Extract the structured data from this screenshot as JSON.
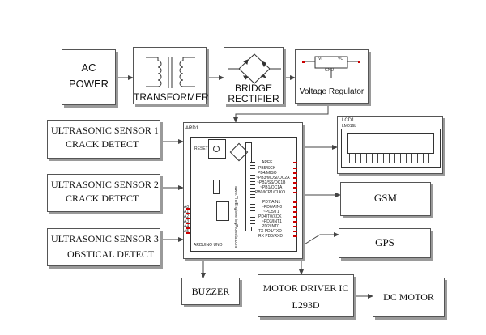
{
  "colors": {
    "line": "#444444",
    "border": "#555555",
    "shadow": "#9a9a9a",
    "pin": "#cc0000"
  },
  "power": {
    "ac": {
      "line1": "AC",
      "line2": "POWER"
    },
    "transformer": "TRANSFORMER",
    "rectifier": {
      "line1": "BRIDGE",
      "line2": "RECTIFIER"
    },
    "regulator": "Voltage Regulator",
    "regulator_pins": {
      "vi": "VI",
      "vo": "VO",
      "gnd": "GND"
    }
  },
  "sensors": [
    {
      "line1": "ULTRASONIC SENSOR 1",
      "line2": "CRACK DETECT"
    },
    {
      "line1": "ULTRASONIC SENSOR 2",
      "line2": "CRACK DETECT"
    },
    {
      "line1": "ULTRASONIC SENSOR 3",
      "line2": "OBSTICAL DETECT"
    }
  ],
  "arduino": {
    "ref": "ARD1",
    "board_label": "ARDUINO UNO",
    "reset_label": "RESET",
    "url_text": "www.TheEngineeringProjects.com",
    "right_pins_top": [
      "AREF",
      "PB5/SCK",
      "PB4/MISO",
      "~PB3/MOSI/OC2A",
      "~PB2/SS/OC1B",
      "~PB1/OC1A",
      "PB0/ICP1/CLKO"
    ],
    "right_pins_bottom": [
      "PD7/AIN1",
      "~PD6/AIN0",
      "~PD5/T1",
      "PD4/T0/XCK",
      "~PD3/INT1",
      "PD2/INT0",
      "TX PD1/TXD",
      "RX PD0/RXD"
    ],
    "left_pins": [
      "A0",
      "A1",
      "A2",
      "A3",
      "A4",
      "A5"
    ]
  },
  "lcd": {
    "ref": "LCD1",
    "model": "LM016L"
  },
  "outputs": {
    "gsm": "GSM",
    "gps": "GPS",
    "buzzer": "BUZZER",
    "motor_driver": {
      "line1": "MOTOR DRIVER IC",
      "line2": "L293D"
    },
    "dc_motor": "DC MOTOR"
  }
}
